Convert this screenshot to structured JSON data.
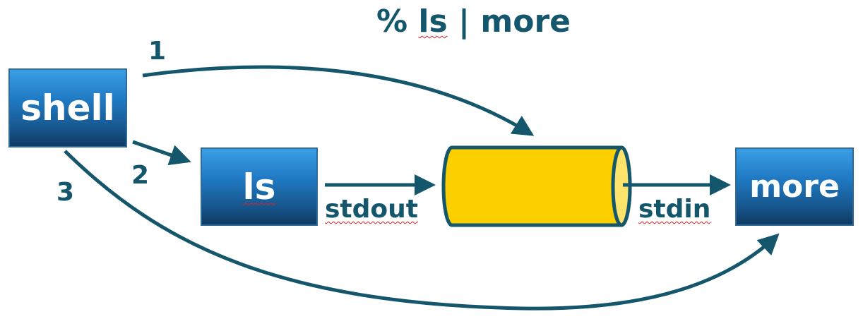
{
  "title": {
    "prefix": "% ",
    "ls": "ls",
    "rest": " | more"
  },
  "boxes": {
    "shell": "shell",
    "ls": "ls",
    "more": "more"
  },
  "steps": {
    "one": "1",
    "two": "2",
    "three": "3"
  },
  "streams": {
    "stdout": "stdout",
    "stdin": "stdin"
  },
  "colors": {
    "arrow": "#14566b",
    "box_top": "#3a9ee6",
    "box_bottom": "#0f3a63",
    "pipe_fill": "#fcd000",
    "pipe_end": "#fde36b",
    "spellcheck": "#e02020"
  }
}
